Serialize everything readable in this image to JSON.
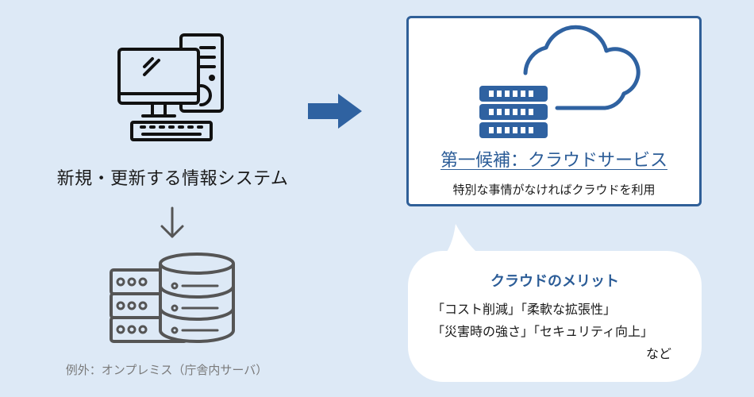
{
  "left": {
    "system_label": "新規・更新する情報システム",
    "example_label": "例外：オンプレミス（庁舎内サーバ）"
  },
  "right": {
    "candidate_title": "第一候補：クラウドサービス",
    "candidate_subtitle": "特別な事情がなければクラウドを利用"
  },
  "merits": {
    "title": "クラウドのメリット",
    "lines": [
      "「コスト削減」「柔軟な拡張性」",
      "「災害時の強さ」「セキュリティ向上」",
      "など"
    ]
  },
  "icons": {
    "computer": "desktop-computer-icon",
    "onprem": "server-database-icon",
    "cloud": "cloud-server-icon",
    "down_arrow": "arrow-down-icon",
    "right_arrow": "arrow-right-icon"
  },
  "colors": {
    "background": "#dde9f6",
    "accent": "#2b5c97",
    "box_border": "#2f5f98",
    "arrow_blue": "#2f62a1",
    "muted_icon": "#555555"
  }
}
